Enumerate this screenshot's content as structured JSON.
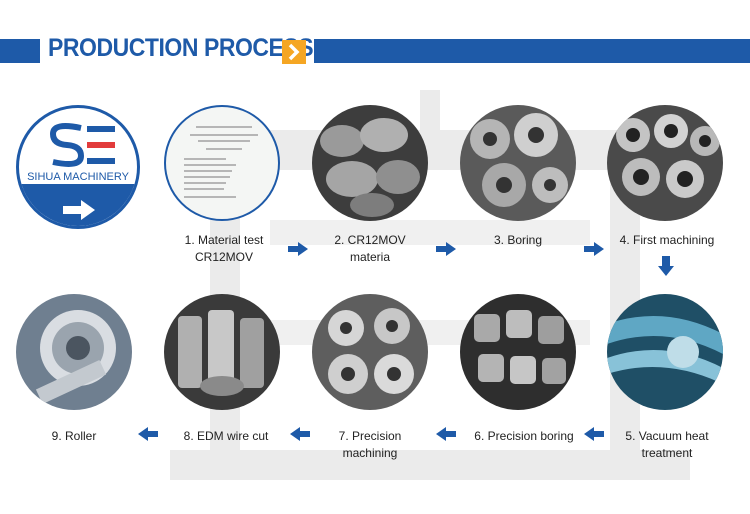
{
  "header": {
    "title": "PRODUCTION PROCESS"
  },
  "logo": {
    "brand": "SIHUA MACHINERY"
  },
  "steps": [
    {
      "line1": "1. Material test",
      "line2": "CR12MOV"
    },
    {
      "line1": "2. CR12MOV",
      "line2": "materia"
    },
    {
      "line1": "3. Boring",
      "line2": ""
    },
    {
      "line1": "4. First machining",
      "line2": ""
    },
    {
      "line1": "5. Vacuum heat",
      "line2": "treatment"
    },
    {
      "line1": "6. Precision boring",
      "line2": ""
    },
    {
      "line1": "7. Precision",
      "line2": "machining"
    },
    {
      "line1": "8. EDM wire cut",
      "line2": ""
    },
    {
      "line1": "9. Roller",
      "line2": ""
    }
  ],
  "colors": {
    "brand_blue": "#1e5aa8",
    "accent_orange": "#f5a623"
  }
}
